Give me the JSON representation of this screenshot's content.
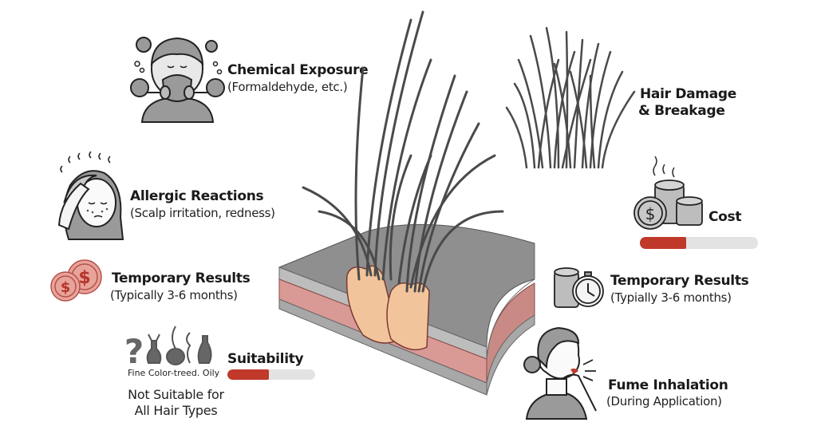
{
  "items": {
    "chemical": {
      "title": "Chemical Exposure",
      "subtitle": "(Formaldehyde, etc.)",
      "icon": "gas-mask-person-icon"
    },
    "allergic": {
      "title": "Allergic Reactions",
      "subtitle": "(Scalp irritation, redness)",
      "icon": "irritated-woman-icon"
    },
    "temporary_left": {
      "title": "Temporary Results",
      "subtitle": "(Typically 3-6 months)",
      "icon": "dollar-coins-icon"
    },
    "suitability": {
      "title": "Suitability",
      "icon_caption": "Fine Color-treed. Oily",
      "note_line1": "Not Suitable for",
      "note_line2": "All Hair Types",
      "level_percent": 47,
      "icon": "hair-types-icon"
    },
    "hair_damage": {
      "title_line1": "Hair Damage",
      "title_line2": "& Breakage",
      "icon": "damaged-hair-icon"
    },
    "cost": {
      "title": "Cost",
      "level_percent": 39,
      "icon": "coin-stacks-icon"
    },
    "temporary_right": {
      "title": "Temporary Results",
      "subtitle": "(Typially 3-6 months)",
      "icon": "coins-stopwatch-icon"
    },
    "fume": {
      "title": "Fume Inhalation",
      "subtitle": "(During Application)",
      "icon": "coughing-woman-icon"
    }
  },
  "center": {
    "icon": "scalp-cross-section-icon"
  },
  "colors": {
    "bar_fill": "#c0392b",
    "bar_track": "#e3e3e3",
    "icon_gray": "#8f8f8f",
    "coin_pink": "#e8a39a",
    "skin_pink": "#d99a96",
    "follicle": "#f2c49b"
  }
}
